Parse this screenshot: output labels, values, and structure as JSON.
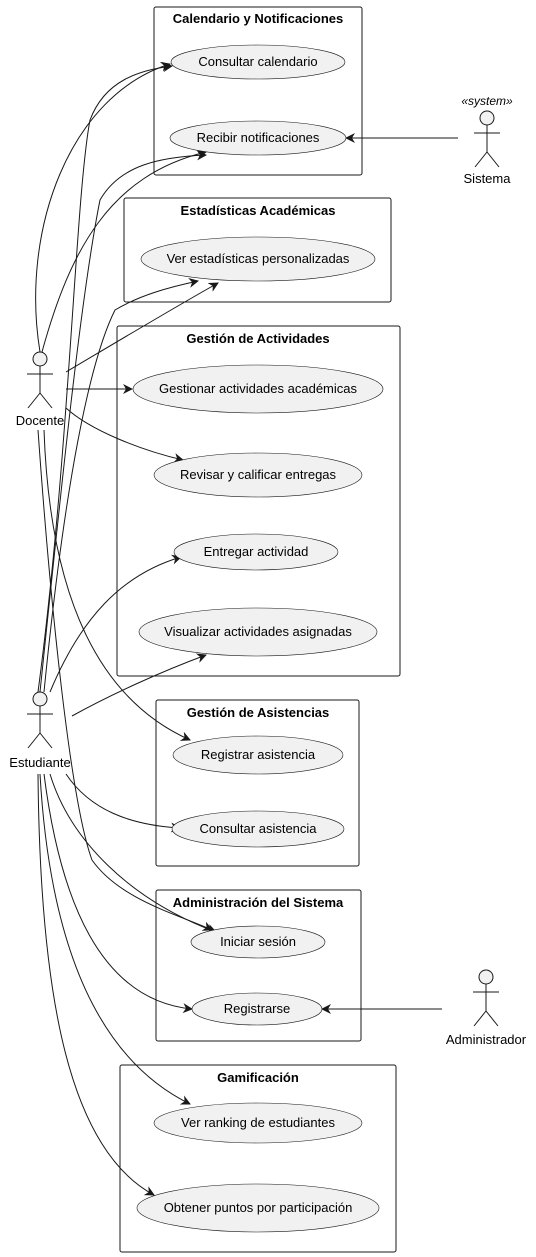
{
  "packages": [
    {
      "id": "cal",
      "title": "Calendario y Notificaciones"
    },
    {
      "id": "est",
      "title": "Estadísticas Académicas"
    },
    {
      "id": "act",
      "title": "Gestión de Actividades"
    },
    {
      "id": "asi",
      "title": "Gestión de Asistencias"
    },
    {
      "id": "adm",
      "title": "Administración del Sistema"
    },
    {
      "id": "gam",
      "title": "Gamificación"
    }
  ],
  "usecases": [
    {
      "id": "consultar_calendario",
      "label": "Consultar calendario"
    },
    {
      "id": "recibir_notificaciones",
      "label": "Recibir notificaciones"
    },
    {
      "id": "ver_estadisticas",
      "label": "Ver estadísticas personalizadas"
    },
    {
      "id": "gestionar_actividades",
      "label": "Gestionar actividades académicas"
    },
    {
      "id": "revisar_calificar",
      "label": "Revisar y calificar entregas"
    },
    {
      "id": "entregar_actividad",
      "label": "Entregar actividad"
    },
    {
      "id": "visualizar_actividades",
      "label": "Visualizar actividades asignadas"
    },
    {
      "id": "registrar_asistencia",
      "label": "Registrar asistencia"
    },
    {
      "id": "consultar_asistencia",
      "label": "Consultar asistencia"
    },
    {
      "id": "iniciar_sesion",
      "label": "Iniciar sesión"
    },
    {
      "id": "registrarse",
      "label": "Registrarse"
    },
    {
      "id": "ver_ranking",
      "label": "Ver ranking de estudiantes"
    },
    {
      "id": "obtener_puntos",
      "label": "Obtener puntos por participación"
    }
  ],
  "actors": [
    {
      "id": "sistema",
      "label": "Sistema",
      "stereotype": "«system»"
    },
    {
      "id": "docente",
      "label": "Docente"
    },
    {
      "id": "estudiante",
      "label": "Estudiante"
    },
    {
      "id": "administrador",
      "label": "Administrador"
    }
  ],
  "relations": [
    {
      "from": "docente",
      "to": "consultar_calendario"
    },
    {
      "from": "docente",
      "to": "recibir_notificaciones"
    },
    {
      "from": "docente",
      "to": "ver_estadisticas"
    },
    {
      "from": "docente",
      "to": "gestionar_actividades"
    },
    {
      "from": "docente",
      "to": "revisar_calificar"
    },
    {
      "from": "docente",
      "to": "registrar_asistencia"
    },
    {
      "from": "docente",
      "to": "iniciar_sesion"
    },
    {
      "from": "estudiante",
      "to": "consultar_calendario"
    },
    {
      "from": "estudiante",
      "to": "recibir_notificaciones"
    },
    {
      "from": "estudiante",
      "to": "ver_estadisticas"
    },
    {
      "from": "estudiante",
      "to": "entregar_actividad"
    },
    {
      "from": "estudiante",
      "to": "visualizar_actividades"
    },
    {
      "from": "estudiante",
      "to": "consultar_asistencia"
    },
    {
      "from": "estudiante",
      "to": "iniciar_sesion"
    },
    {
      "from": "estudiante",
      "to": "registrarse"
    },
    {
      "from": "estudiante",
      "to": "ver_ranking"
    },
    {
      "from": "estudiante",
      "to": "obtener_puntos"
    },
    {
      "from": "sistema",
      "to": "recibir_notificaciones"
    },
    {
      "from": "administrador",
      "to": "registrarse"
    }
  ]
}
